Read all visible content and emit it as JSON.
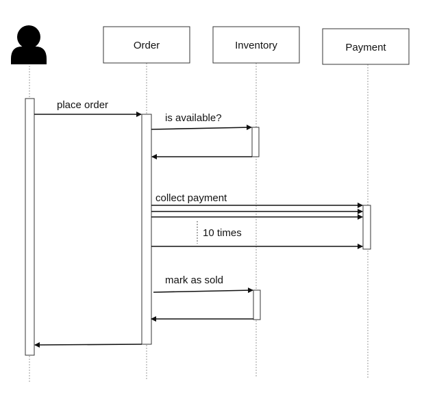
{
  "participants": {
    "actor": {
      "icon": "user-icon"
    },
    "order": {
      "label": "Order"
    },
    "inventory": {
      "label": "Inventory"
    },
    "payment": {
      "label": "Payment"
    }
  },
  "messages": {
    "place_order": "place order",
    "is_available": "is available?",
    "collect_payment": "collect payment",
    "loop_note": "10 times",
    "mark_as_sold": "mark as sold"
  }
}
